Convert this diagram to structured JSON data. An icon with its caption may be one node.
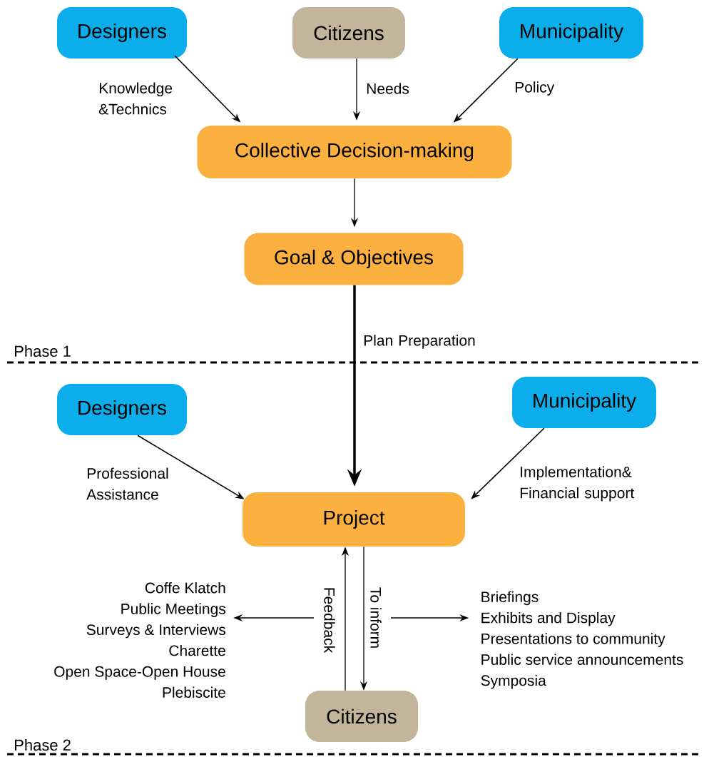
{
  "diagram": {
    "nodes": [
      {
        "text": [
          "Designers"
        ]
      },
      {
        "text": [
          "Citizens"
        ]
      },
      {
        "text": [
          "Municipality"
        ]
      },
      {
        "text": [
          "Collective Decision-making"
        ]
      },
      {
        "text": [
          "Goal & Objectives"
        ]
      },
      {
        "text": [
          "Designers"
        ]
      },
      {
        "text": [
          "Municipality"
        ]
      },
      {
        "text": [
          "Project"
        ]
      },
      {
        "text": [
          "Citizens"
        ]
      },
      {
        "text": [
          "Coffe Klatch",
          "Public Meetings",
          "Surveys & Interviews",
          "Charette",
          "Open Space-Open House",
          "Plebiscite"
        ]
      },
      {
        "text": [
          "Briefings",
          "Exhibits and Display",
          "Presentations to community",
          "Public service announcements",
          "Symposia"
        ]
      }
    ],
    "edges": [
      {
        "from": 0,
        "to": 3,
        "arrow": "to",
        "label": "Knowledge &Technics"
      },
      {
        "from": 1,
        "to": 3,
        "arrow": "to",
        "label": "Needs"
      },
      {
        "from": 2,
        "to": 3,
        "arrow": "to",
        "label": "Policy"
      },
      {
        "from": 3,
        "to": 4,
        "arrow": "to"
      },
      {
        "from": 4,
        "to": 7,
        "arrow": "to",
        "label": "Plan Preparation",
        "style": "thick"
      },
      {
        "from": 5,
        "to": 7,
        "arrow": "to",
        "label": "Professional Assistance"
      },
      {
        "from": 6,
        "to": 7,
        "arrow": "to",
        "label": "Implementation& Financial support"
      },
      {
        "from": 8,
        "to": 7,
        "arrow": "to",
        "label": "Feedback"
      },
      {
        "from": 7,
        "to": 8,
        "arrow": "to",
        "label": "To inform"
      },
      {
        "from": null,
        "to": 9,
        "arrow": "to"
      },
      {
        "from": null,
        "to": 10,
        "arrow": "to"
      }
    ],
    "labels": [
      "Phase 1",
      "Phase 2"
    ]
  }
}
